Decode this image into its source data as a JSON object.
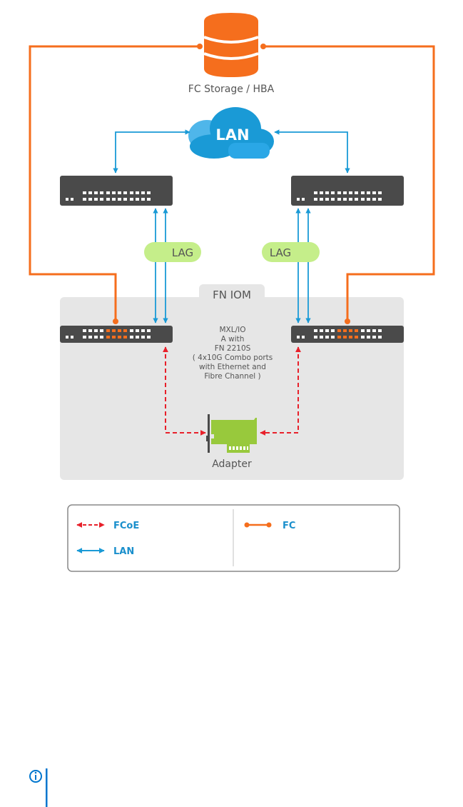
{
  "diagram": {
    "storage": {
      "label": "FC Storage / HBA",
      "icon": "database-icon"
    },
    "cloud": {
      "label": "LAN",
      "icon": "cloud-icon"
    },
    "lag_labels": [
      "LAG",
      "LAG"
    ],
    "iom": {
      "tab_label": "FN IOM",
      "description": [
        "MXL/IO",
        "A with",
        "FN 2210S",
        "( 4x10G Combo ports",
        "with Ethernet and",
        "Fibre Channel )"
      ]
    },
    "adapter": {
      "label": "Adapter",
      "icon": "network-adapter-icon"
    },
    "legend": {
      "items": [
        {
          "label": "FCoE",
          "style": "dashed-red-double-arrow"
        },
        {
          "label": "LAN",
          "style": "solid-blue-double-arrow"
        },
        {
          "label": "FC",
          "style": "solid-orange-dot-line"
        }
      ]
    },
    "colors": {
      "fc": "#f56e1d",
      "lan": "#1a9ad6",
      "fcoe": "#e8202a",
      "switch": "#4a4a4a",
      "iom_bg": "#e6e6e6",
      "lag": "#c5ee8a",
      "adapter": "#98c93c",
      "text": "#555555",
      "legend_text": "#1a8fcc",
      "note": "#0076ce"
    }
  },
  "note": {
    "icon": "info-icon"
  }
}
